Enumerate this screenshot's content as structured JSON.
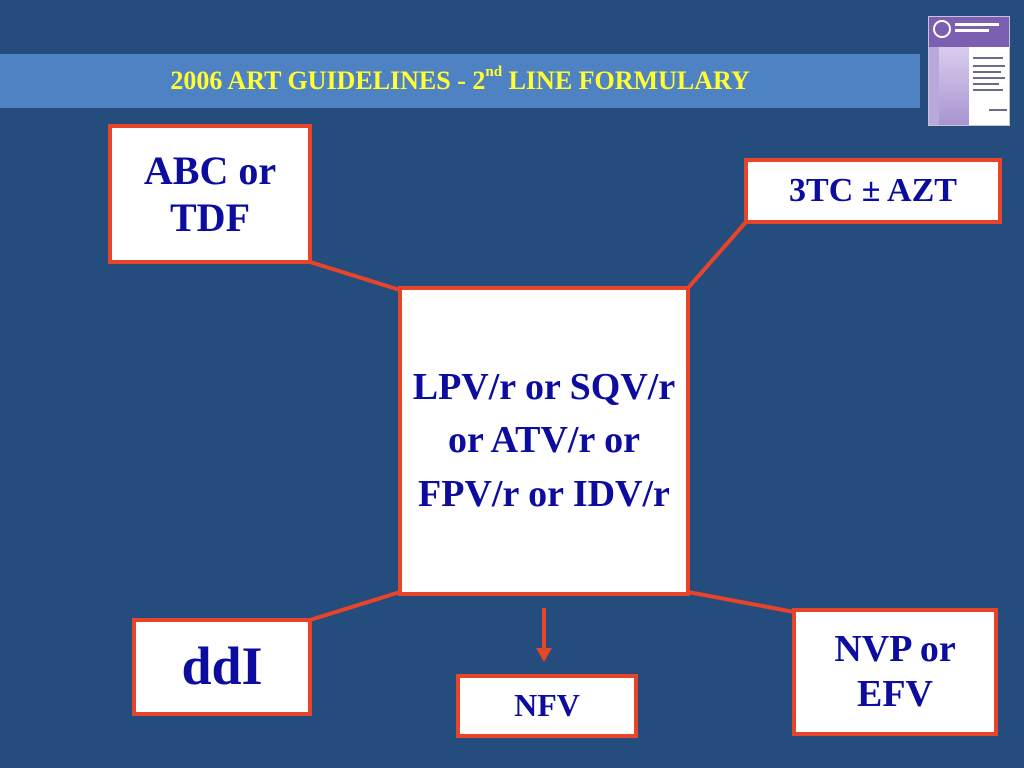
{
  "slide": {
    "title_main": "2006 ART GUIDELINES - 2",
    "title_sup": "nd",
    "title_rest": " LINE FORMULARY"
  },
  "boxes": {
    "top_left": "ABC or TDF",
    "top_right": "3TC ± AZT",
    "center": "LPV/r or SQV/r or ATV/r or FPV/r or IDV/r",
    "bottom_left": "ddI",
    "bottom_center": "NFV",
    "bottom_right": "NVP or EFV"
  },
  "colors": {
    "background": "#244c7c",
    "title_bar": "#4f82c2",
    "title_text": "#ffff33",
    "box_border": "#e8442a",
    "box_text": "#0c0c9e"
  },
  "icons": {
    "cover": "guidelines-document-cover-thumbnail",
    "arrow": "down-arrow"
  }
}
